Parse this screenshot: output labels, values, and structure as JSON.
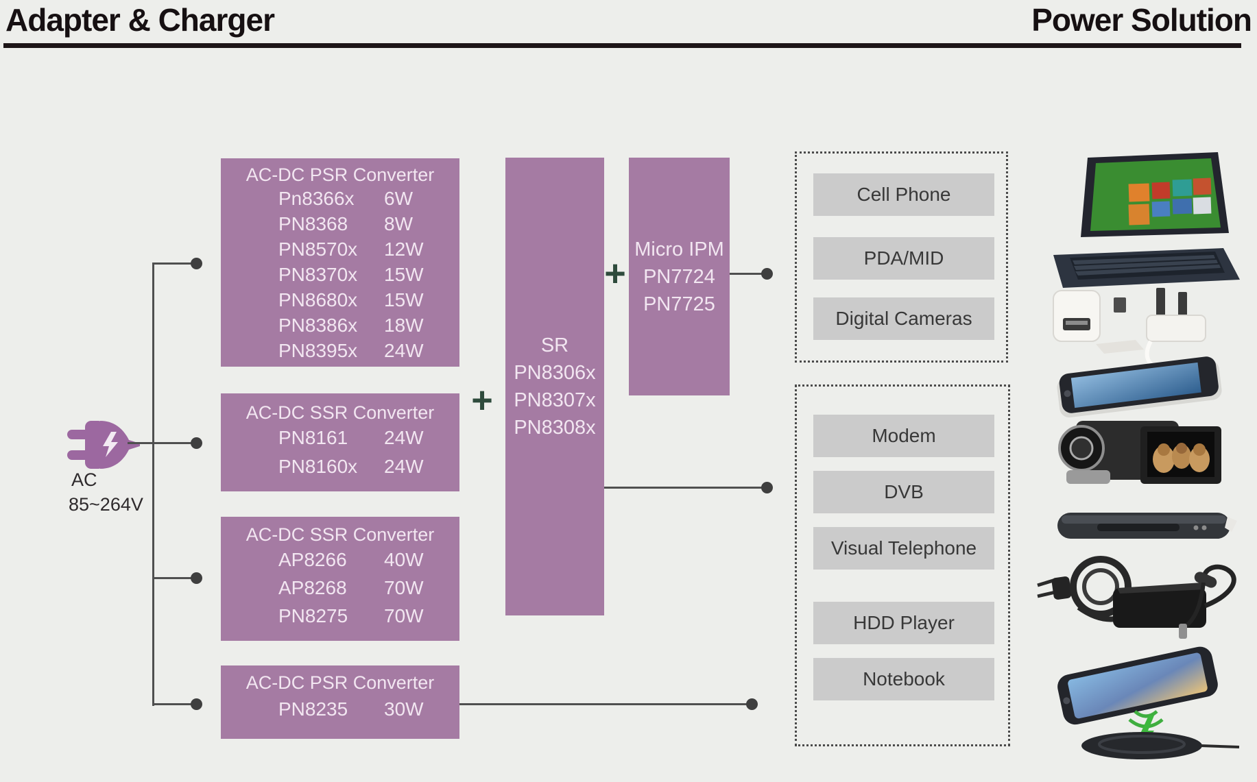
{
  "header": {
    "title_left": "Adapter & Charger",
    "title_right": "Power Solution"
  },
  "ac_source": {
    "line1": "AC",
    "line2": "85~264V",
    "icon": "power-plug-icon"
  },
  "plus": "+",
  "converters": [
    {
      "title": "AC-DC PSR Converter",
      "parts": [
        {
          "name": "Pn8366x",
          "watt": "6W"
        },
        {
          "name": "PN8368",
          "watt": "8W"
        },
        {
          "name": "PN8570x",
          "watt": "12W"
        },
        {
          "name": "PN8370x",
          "watt": "15W"
        },
        {
          "name": "PN8680x",
          "watt": "15W"
        },
        {
          "name": "PN8386x",
          "watt": "18W"
        },
        {
          "name": "PN8395x",
          "watt": "24W"
        }
      ]
    },
    {
      "title": "AC-DC SSR Converter",
      "parts": [
        {
          "name": "PN8161",
          "watt": "24W"
        },
        {
          "name": "PN8160x",
          "watt": "24W"
        }
      ]
    },
    {
      "title": "AC-DC SSR Converter",
      "parts": [
        {
          "name": "AP8266",
          "watt": "40W"
        },
        {
          "name": "AP8268",
          "watt": "70W"
        },
        {
          "name": "PN8275",
          "watt": "70W"
        }
      ]
    },
    {
      "title": "AC-DC PSR Converter",
      "parts": [
        {
          "name": "PN8235",
          "watt": "30W"
        }
      ]
    }
  ],
  "sr": {
    "title": "SR",
    "parts": [
      "PN8306x",
      "PN8307x",
      "PN8308x"
    ]
  },
  "micro_ipm": {
    "title": "Micro IPM",
    "parts": [
      "PN7724",
      "PN7725"
    ]
  },
  "applications": [
    {
      "items": [
        "Cell Phone",
        "PDA/MID",
        "Digital Cameras"
      ]
    },
    {
      "items": [
        "Modem",
        "DVB",
        "Visual Telephone",
        "HDD Player",
        "Notebook"
      ]
    }
  ],
  "photos": [
    "laptop",
    "usb-chargers",
    "smartphone",
    "camcorder",
    "sound-bar",
    "power-adapter",
    "wireless-charging-phone"
  ],
  "colors": {
    "purple_block": "#a57ba3",
    "block_text": "#f2e6f1",
    "gray_app_box": "#cbcbcb",
    "plus_green": "#2e4b3c",
    "line": "#4f4f4f",
    "background": "#edeeeb",
    "header_text": "#161012"
  }
}
